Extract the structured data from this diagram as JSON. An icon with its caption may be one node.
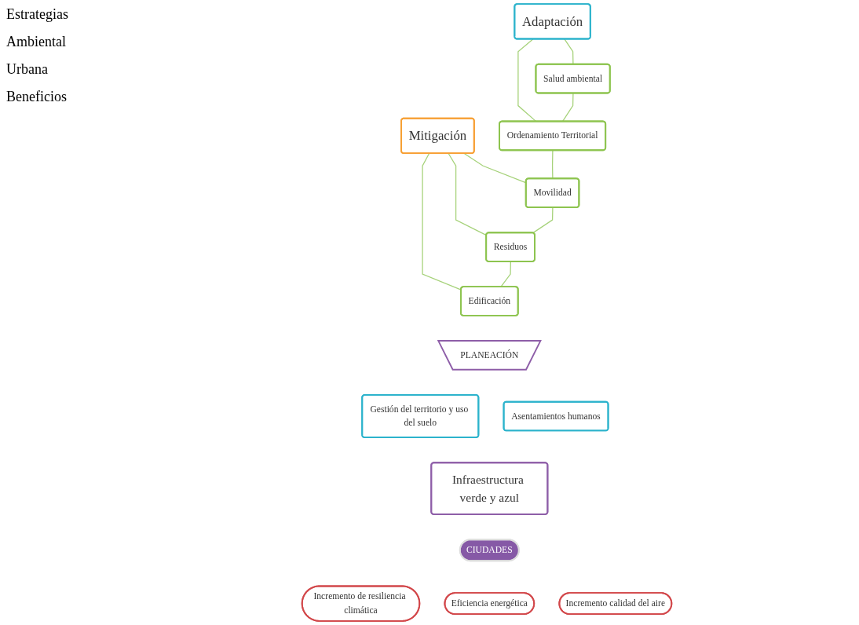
{
  "diagram": {
    "nodes": [
      {
        "text": [
          "Adaptación"
        ]
      },
      {
        "text": [
          "Mitigación"
        ]
      },
      {
        "text": [
          "Salud ambiental"
        ]
      },
      {
        "text": [
          "Ordenamiento Territorial"
        ]
      },
      {
        "text": [
          "Movilidad"
        ]
      },
      {
        "text": [
          "Residuos"
        ]
      },
      {
        "text": [
          "Edificación"
        ]
      },
      {
        "text": [
          "PLANEACIÓN"
        ]
      },
      {
        "text": [
          "Gestión del territorio y uso del suelo"
        ]
      },
      {
        "text": [
          "Asentamientos humanos"
        ]
      },
      {
        "text": [
          "Infraestructura verde y azul"
        ]
      },
      {
        "text": [
          "CIUDADES"
        ]
      },
      {
        "text": [
          "Incremento de resiliencia climática"
        ]
      },
      {
        "text": [
          "Eficiencia energética"
        ]
      },
      {
        "text": [
          "Incremento calidad del aire"
        ]
      }
    ],
    "edges": [
      {
        "from": 0,
        "to": 2,
        "arrow": "none"
      },
      {
        "from": 0,
        "to": 3,
        "arrow": "none"
      },
      {
        "from": 1,
        "to": 4,
        "arrow": "none"
      },
      {
        "from": 1,
        "to": 5,
        "arrow": "none"
      },
      {
        "from": 1,
        "to": 6,
        "arrow": "none"
      },
      {
        "from": 2,
        "to": 3,
        "arrow": "none"
      },
      {
        "from": 3,
        "to": 4,
        "arrow": "none"
      },
      {
        "from": 4,
        "to": 5,
        "arrow": "none"
      },
      {
        "from": 5,
        "to": 6,
        "arrow": "none"
      }
    ],
    "labels": [
      "Estrategias",
      "Ambiental",
      "Urbana",
      "Beneficios"
    ]
  }
}
